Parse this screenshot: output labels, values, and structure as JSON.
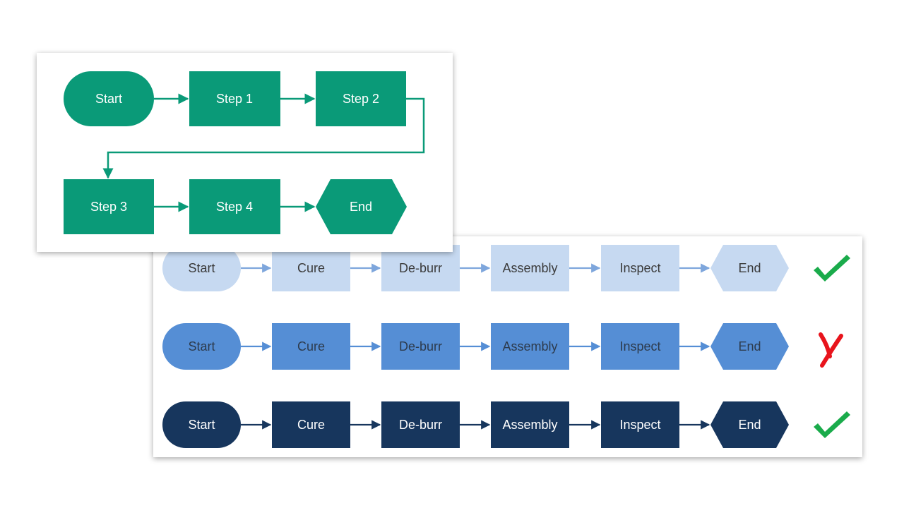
{
  "colors": {
    "teal": "#0a9a78",
    "light_blue": "#c6d9f1",
    "mid_blue": "#558ed5",
    "navy": "#17365d",
    "check_green": "#1aab4b",
    "cross_red": "#e8141c"
  },
  "top_flow": {
    "start": "Start",
    "step1": "Step 1",
    "step2": "Step 2",
    "step3": "Step 3",
    "step4": "Step 4",
    "end": "End"
  },
  "rows": [
    {
      "variant": "light",
      "status": "check",
      "labels": [
        "Start",
        "Cure",
        "De-burr",
        "Assembly",
        "Inspect",
        "End"
      ]
    },
    {
      "variant": "mid",
      "status": "cross",
      "labels": [
        "Start",
        "Cure",
        "De-burr",
        "Assembly",
        "Inspect",
        "End"
      ]
    },
    {
      "variant": "dark",
      "status": "check",
      "labels": [
        "Start",
        "Cure",
        "De-burr",
        "Assembly",
        "Inspect",
        "End"
      ]
    }
  ]
}
